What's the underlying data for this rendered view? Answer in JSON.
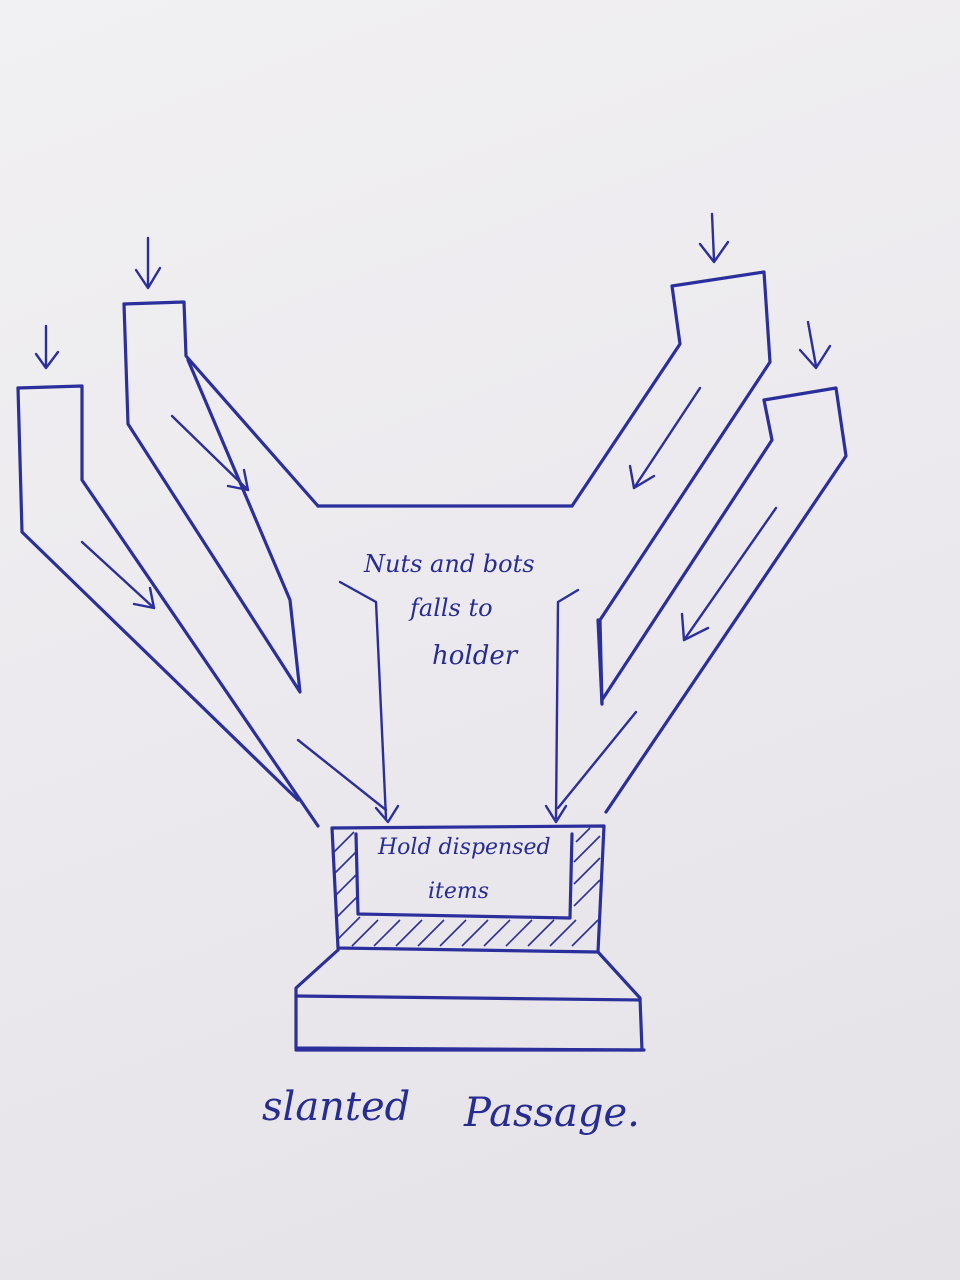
{
  "labels": {
    "inner_text_line1": "Nuts and bots",
    "inner_text_line2": "falls to",
    "inner_text_line3": "holder",
    "holder_text_line1": "Hold dispensed",
    "holder_text_line2": "items",
    "caption_word1": "slanted",
    "caption_word2": "Passage."
  },
  "colors": {
    "ink": "#2a2f9c",
    "paper": "#eceaee"
  }
}
